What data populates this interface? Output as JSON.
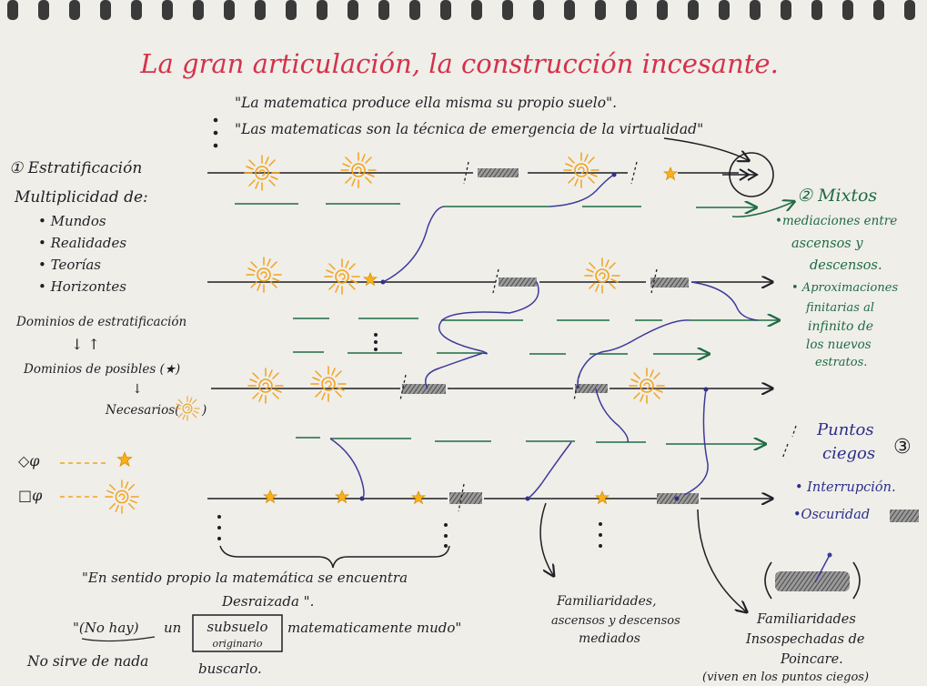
{
  "title": "La gran articulación, la construcción incesante.",
  "quotes": {
    "q1": "\"La matematica produce ella misma su propio suelo\".",
    "q2": "\"Las matematicas son la técnica de emergencia de la virtualidad\""
  },
  "left_panel": {
    "section1": "① Estratificación",
    "multiplicidad": "Multiplicidad de:",
    "items": [
      "• Mundos",
      "• Realidades",
      "• Teorías",
      "• Horizontes"
    ],
    "dominios_estratificacion": "Dominios de estratificación",
    "dominios_posibles": "Dominios de posibles (★)",
    "necesarios": "Necesarios(",
    "necesarios_close": ")",
    "modal_possible": "◇φ",
    "modal_necessary": "□φ"
  },
  "right_panel": {
    "section2": "② Mixtos",
    "mixtos_lines": [
      "•mediaciones entre",
      "ascensos y",
      "descensos."
    ],
    "aprox_lines": [
      "• Aproximaciones",
      "finitarias al",
      "infinito de",
      "los nuevos",
      "estratos."
    ],
    "puntos_lines": [
      "Puntos",
      "ciegos"
    ],
    "puntos_number": "③",
    "interrupcion": "• Interrupción.",
    "oscuridad": "•Oscuridad"
  },
  "bottom": {
    "q3_line1": "\"En sentido propio la matemática se encuentra",
    "q3_line2": "Desraizada \".",
    "no_hay": "\"(No hay)",
    "un": "un",
    "subsuelo": "subsuelo",
    "originario": "originario",
    "mudo": "matematicamente mudo\"",
    "no_sirve": "No sirve de nada",
    "buscarlo": "buscarlo.",
    "familiaridades_mediados": [
      "Familiaridades,",
      "ascensos y descensos",
      "mediados"
    ],
    "poincare": [
      "Familiaridades",
      "Insospechadas de",
      "Poincare."
    ],
    "puntos_ciegos_note": "(viven en los puntos ciegos)"
  },
  "colors": {
    "ink": "#1f1f24",
    "title_red": "#d4324a",
    "green": "#1f6b43",
    "violet": "#3e3a9a",
    "sun_orange": "#f2a21d",
    "star_yellow": "#f7b11a",
    "shade_gray": "#6d6d6d"
  }
}
